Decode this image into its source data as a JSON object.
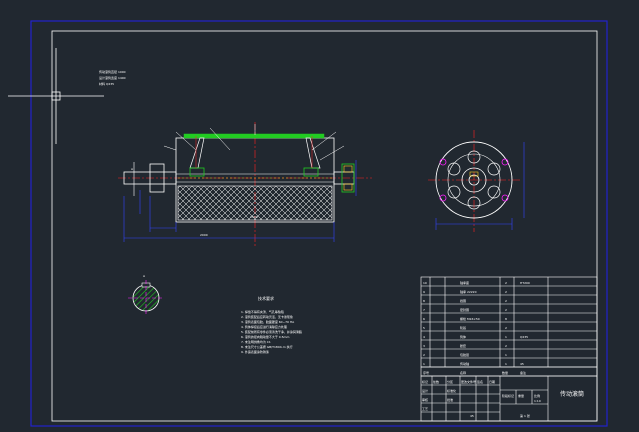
{
  "colors": {
    "background": "#212830",
    "frame": "#2222cc",
    "geometry": "#ffffff",
    "centerline": "#ff2020",
    "highlight": "#22cc22",
    "dimension": "#3344ff",
    "accent": "#ff20ff",
    "warning": "#ffd020"
  },
  "notes": {
    "top_left": [
      "传动滚筒直径 1000",
      "设计滚筒宽度 1400",
      "材料 Q235"
    ],
    "tech_heading": "技术要求",
    "tech_lines": [
      "1. 焊缝不得有夹渣、气孔等缺陷",
      "2. 滚筒装配后应转动灵活，无卡滞现象",
      "3. 滚筒表面包胶，胶面硬度 60~70 HA",
      "4. 筒体焊接后应进行消除应力处理",
      "5. 装配前所有零件必须清洗干净，并涂润滑脂",
      "6. 滚筒的径向跳动量不大于 0.5mm",
      "7. 未注明倒角均为 C1",
      "8. 未注尺寸公差按 GB/T1804-m 执行",
      "9. 外露表面涂防锈漆"
    ]
  },
  "bom": {
    "rows": [
      {
        "no": "10",
        "name": "轴承座",
        "qty": "2",
        "note": "HT200"
      },
      {
        "no": "9",
        "name": "轴承 22220",
        "qty": "2",
        "note": ""
      },
      {
        "no": "8",
        "name": "挡圈",
        "qty": "2",
        "note": ""
      },
      {
        "no": "7",
        "name": "密封圈",
        "qty": "2",
        "note": ""
      },
      {
        "no": "6",
        "name": "螺栓 M16×50",
        "qty": "8",
        "note": ""
      },
      {
        "no": "5",
        "name": "轮毂",
        "qty": "2",
        "note": ""
      },
      {
        "no": "4",
        "name": "筒体",
        "qty": "1",
        "note": "Q235"
      },
      {
        "no": "3",
        "name": "胀套",
        "qty": "2",
        "note": ""
      },
      {
        "no": "2",
        "name": "包胶层",
        "qty": "1",
        "note": ""
      },
      {
        "no": "1",
        "name": "传动轴",
        "qty": "1",
        "note": "45"
      }
    ],
    "header": {
      "no": "序号",
      "name": "名称",
      "qty": "数量",
      "note": "备注"
    }
  },
  "titleblock": {
    "drawing_title": "传动滚筒",
    "scale": "1:10",
    "sheet": "第 1 张",
    "labels": [
      "标记",
      "处数",
      "分区",
      "更改文件号",
      "签名",
      "日期",
      "设计",
      "审核",
      "工艺",
      "标准化",
      "批准"
    ],
    "stage_labels": [
      "阶段标记",
      "重量",
      "比例"
    ],
    "weight": "",
    "material": "45"
  },
  "labels": {
    "section": "A",
    "dim_total": "2000",
    "dim_face": "1400"
  }
}
